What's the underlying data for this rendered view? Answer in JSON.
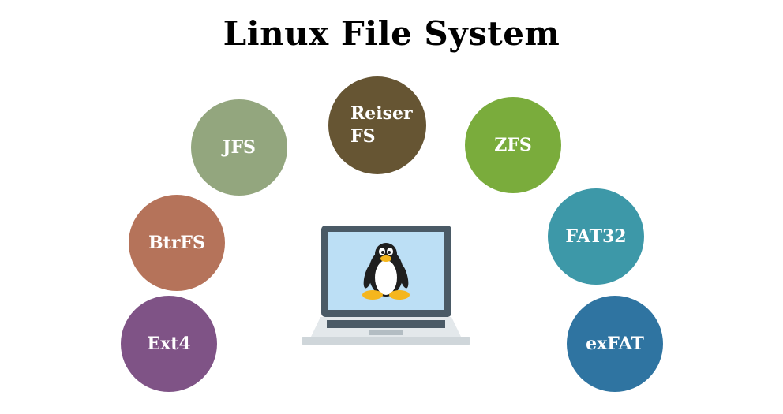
{
  "title": "Linux File System",
  "filesystems": [
    {
      "id": "reiser",
      "line1": "Reiser",
      "line2": "FS",
      "color": "#665533"
    },
    {
      "id": "jfs",
      "line1": "JFS",
      "color": "#93a67e"
    },
    {
      "id": "zfs",
      "line1": "ZFS",
      "color": "#7aac3c"
    },
    {
      "id": "btrfs",
      "line1": "BtrFS",
      "color": "#b5735a"
    },
    {
      "id": "fat32",
      "line1": "FAT32",
      "color": "#3d98a8"
    },
    {
      "id": "ext4",
      "line1": "Ext4",
      "color": "#7f5386"
    },
    {
      "id": "exfat",
      "line1": "exFAT",
      "color": "#2f74a1"
    }
  ],
  "center_icon": "laptop-with-tux-penguin-icon",
  "colors": {
    "laptop_frame": "#4a5a66",
    "laptop_screen": "#bcdff5",
    "laptop_base": "#cfd6da",
    "tux_beak_feet": "#f5b61d"
  }
}
